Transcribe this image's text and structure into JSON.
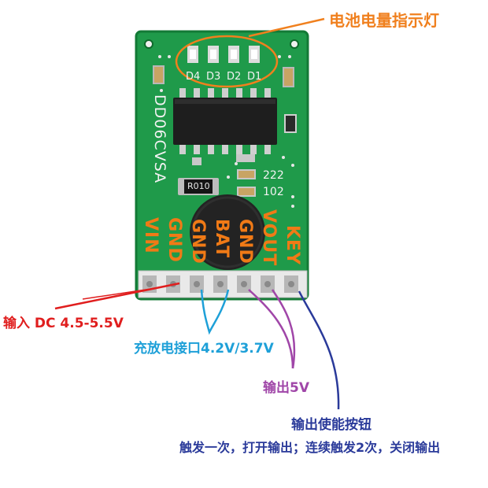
{
  "annotations": {
    "battery_indicator": "电池电量指示灯",
    "input": "输入 DC 4.5-5.5V",
    "charge_port": "充放电接口4.2V/3.7V",
    "output": "输出5V",
    "enable_button": "输出使能按钮",
    "usage_note": "触发一次，打开输出；连续触发2次，关闭输出"
  },
  "board": {
    "model": "DD06CVSA",
    "resistor_code": "R010",
    "cap_code_1": "222",
    "cap_code_2": "102",
    "led_labels": [
      "D4",
      "D3",
      "D2",
      "D1"
    ],
    "pins": [
      "VIN",
      "GND",
      "GND",
      "BAT",
      "GND",
      "VOUT",
      "KEY"
    ]
  },
  "colors": {
    "pcb": "#1f9a4a",
    "pin_label": "#f07a16",
    "annotation_orange": "#f0801e",
    "annotation_red": "#e01e1e",
    "annotation_blue": "#1ea0d8",
    "annotation_purple": "#a046a8",
    "annotation_navy": "#2a3a9a"
  }
}
